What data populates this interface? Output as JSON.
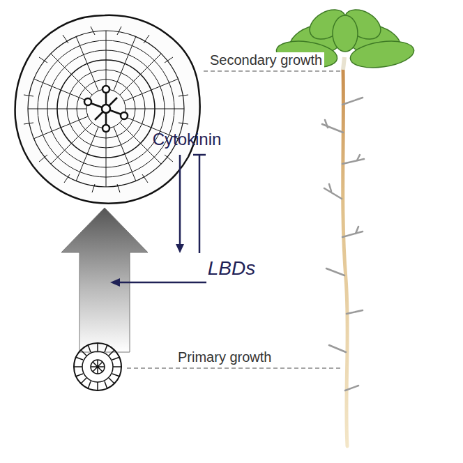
{
  "diagram": {
    "nodes": [
      {
        "text": [
          "Cytokinin"
        ]
      },
      {
        "text": [
          "LBDs"
        ]
      }
    ],
    "edges": [
      {
        "from": 0,
        "to": 1,
        "arrow": "to"
      },
      {
        "from": 1,
        "to": 0,
        "arrow": "to"
      }
    ],
    "labels": [
      "Secondary growth",
      "Primary growth"
    ]
  }
}
